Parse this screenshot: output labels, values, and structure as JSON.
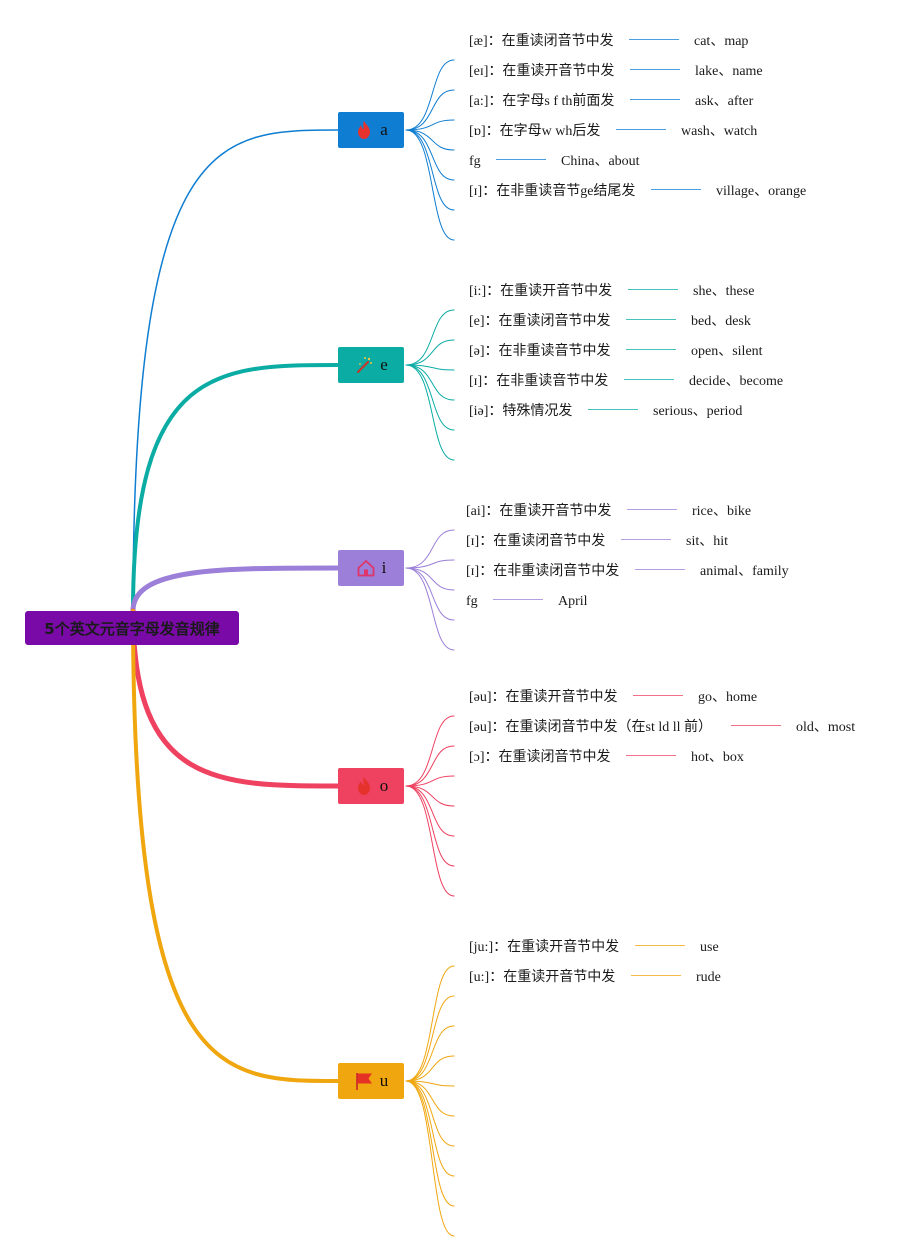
{
  "root": {
    "label": "5个英文元音字母发音规律",
    "color": "#7a0aa8"
  },
  "branches": [
    {
      "key": "a",
      "label": "a",
      "color": "#0f7dd1",
      "icon": "fire-icon",
      "rules": [
        {
          "rule": "[æ]：在重读闭音节中发",
          "example": "cat、map"
        },
        {
          "rule": "[eɪ]：在重读开音节中发",
          "example": "lake、name"
        },
        {
          "rule": "[a:]：在字母s f th前面发",
          "example": "ask、after"
        },
        {
          "rule": "[ɒ]：在字母w wh后发",
          "example": "wash、watch"
        },
        {
          "rule": "fg",
          "example": "China、about"
        },
        {
          "rule": "[ɪ]：在非重读音节ge结尾发",
          "example": "village、orange"
        },
        {
          "rule": "",
          "example": ""
        }
      ]
    },
    {
      "key": "e",
      "label": "e",
      "color": "#0aaca4",
      "icon": "magic-wand-icon",
      "rules": [
        {
          "rule": "[i:]：在重读开音节中发",
          "example": "she、these"
        },
        {
          "rule": "[e]：在重读闭音节中发",
          "example": "bed、desk"
        },
        {
          "rule": "[ə]：在非重读音节中发",
          "example": "open、silent"
        },
        {
          "rule": "[ɪ]：在非重读音节中发",
          "example": "decide、become"
        },
        {
          "rule": "[iə]：特殊情况发",
          "example": "serious、period"
        },
        {
          "rule": "",
          "example": ""
        }
      ]
    },
    {
      "key": "i",
      "label": "i",
      "color": "#9b7fd8",
      "icon": "home-icon",
      "rules": [
        {
          "rule": "[ai]：在重读开音节中发",
          "example": "rice、bike"
        },
        {
          "rule": "[ɪ]：在重读闭音节中发",
          "example": "sit、hit"
        },
        {
          "rule": "[ɪ]：在非重读闭音节中发",
          "example": "animal、family"
        },
        {
          "rule": "fg",
          "example": "April"
        },
        {
          "rule": "",
          "example": ""
        }
      ]
    },
    {
      "key": "o",
      "label": "o",
      "color": "#ef4160",
      "icon": "fire-icon",
      "rules": [
        {
          "rule": "[əu]：在重读开音节中发",
          "example": "go、home"
        },
        {
          "rule": "[əu]：在重读闭音节中发（在st ld ll 前）",
          "example": "old、most"
        },
        {
          "rule": "[ɔ]：在重读闭音节中发",
          "example": "hot、box"
        },
        {
          "rule": "",
          "example": ""
        },
        {
          "rule": "",
          "example": ""
        },
        {
          "rule": "",
          "example": ""
        },
        {
          "rule": "",
          "example": ""
        }
      ]
    },
    {
      "key": "u",
      "label": "u",
      "color": "#f0a60f",
      "icon": "flag-icon",
      "rules": [
        {
          "rule": "[ju:]：在重读开音节中发",
          "example": "use"
        },
        {
          "rule": "[u:]：在重读开音节中发",
          "example": "rude"
        },
        {
          "rule": "",
          "example": ""
        },
        {
          "rule": "",
          "example": ""
        },
        {
          "rule": "",
          "example": ""
        },
        {
          "rule": "",
          "example": ""
        },
        {
          "rule": "",
          "example": ""
        },
        {
          "rule": "",
          "example": ""
        },
        {
          "rule": "",
          "example": ""
        },
        {
          "rule": "",
          "example": ""
        }
      ]
    }
  ]
}
